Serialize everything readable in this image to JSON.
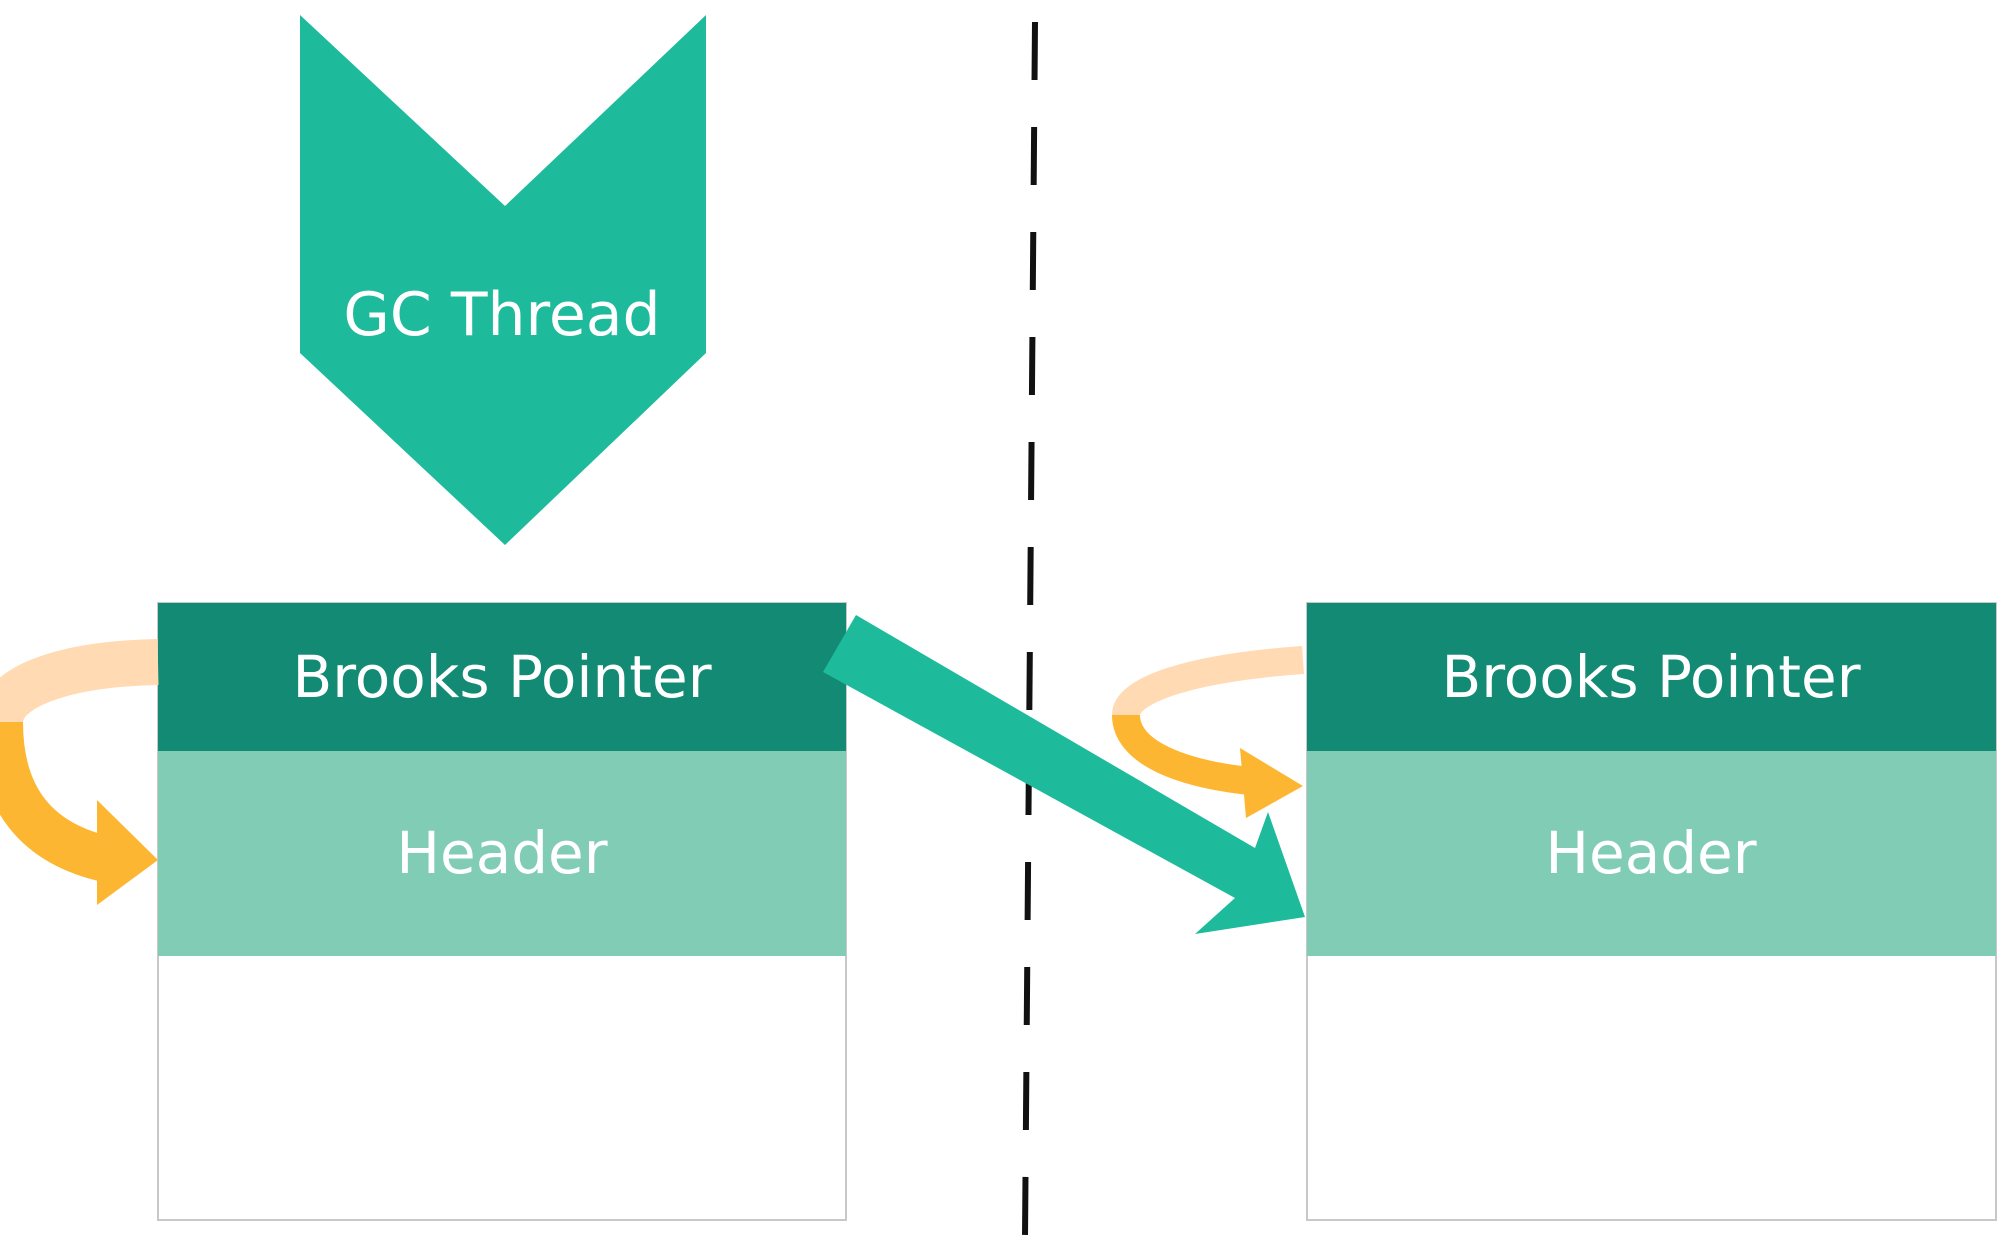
{
  "gc_thread": {
    "label": "GC Thread"
  },
  "objects": [
    {
      "pointer_label": "Brooks Pointer",
      "header_label": "Header"
    },
    {
      "pointer_label": "Brooks Pointer",
      "header_label": "Header"
    }
  ],
  "colors": {
    "teal": "#1DBB9C",
    "dark_teal": "#138A74",
    "light_teal": "#80CCB5",
    "orange": "#FDB631",
    "light_orange": "#FFDAB3",
    "border": "#C8C8C8",
    "dash": "#111111"
  }
}
